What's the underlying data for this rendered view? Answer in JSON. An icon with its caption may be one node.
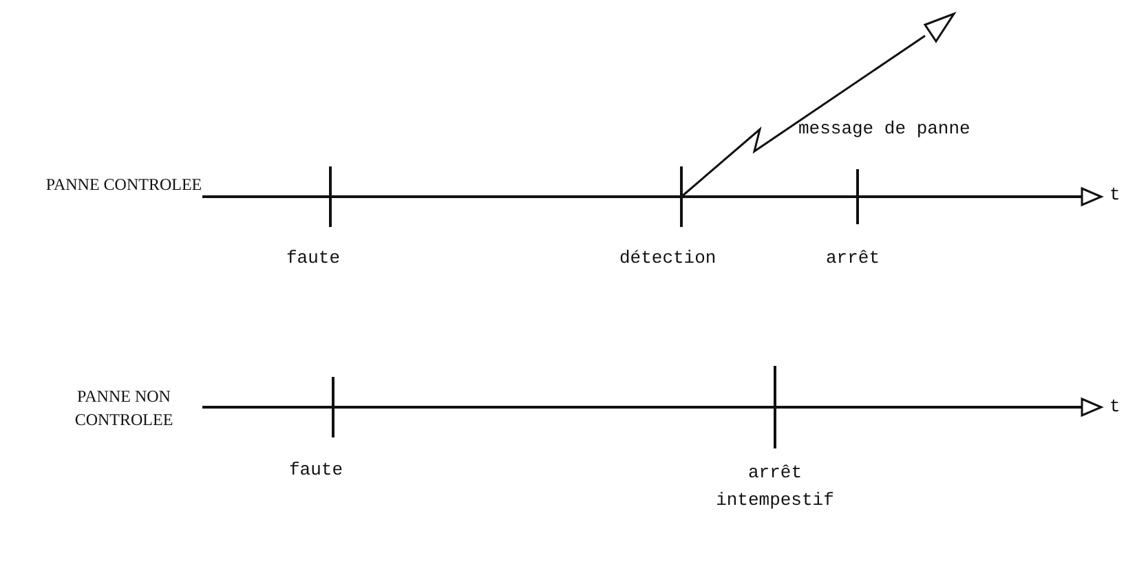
{
  "diagram": {
    "labels": [
      "message de panne",
      "PANNE CONTROLEE",
      "t",
      "faute",
      "détection",
      "arrêt",
      "PANNE NON CONTROLEE",
      "t",
      "faute",
      "arrêt intempestif"
    ]
  }
}
